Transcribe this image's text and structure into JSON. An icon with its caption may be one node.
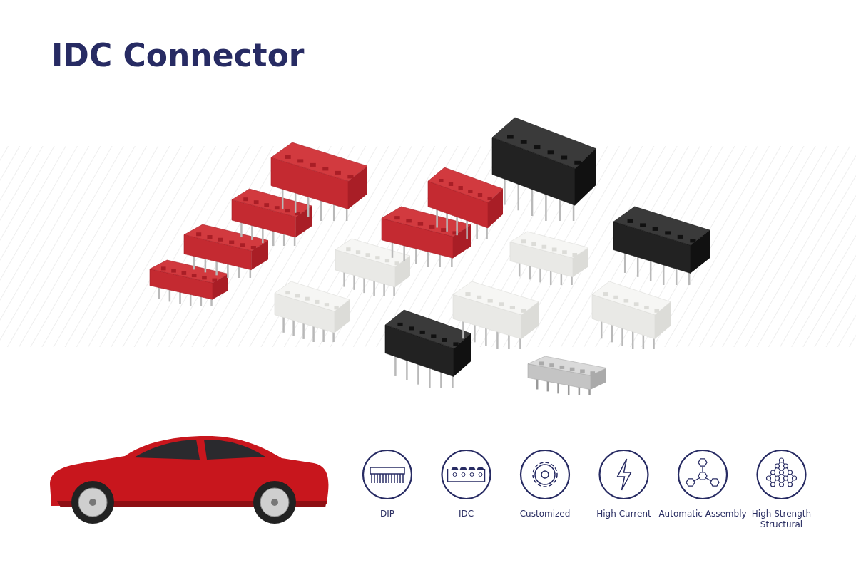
{
  "diagram": {
    "title": "IDC Connector",
    "labels": [
      "DIP",
      "IDC",
      "Customized",
      "High Current",
      "Automatic Assembly",
      "High Strength Structural"
    ]
  }
}
